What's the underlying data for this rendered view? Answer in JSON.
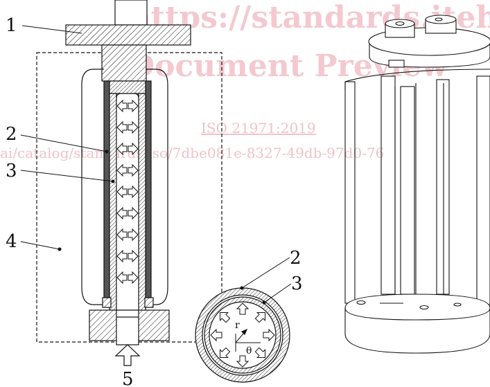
{
  "watermark": {
    "line1": "(https://standards.iteh.a",
    "line2": "Document Preview",
    "line3": "ISO 21971:2019",
    "line4": "ai/catalog/standards/iso/7dbe081e-8327-49db-97d0-76"
  },
  "callouts": [
    "1",
    "2",
    "3",
    "4",
    "5",
    "2",
    "3"
  ],
  "cross_section": {
    "radial_label": "r",
    "angle_label": "θ"
  },
  "colors": {
    "ink": "#111111",
    "watermark": "#f3c9cf",
    "hatch_bg": "#ffffff"
  }
}
